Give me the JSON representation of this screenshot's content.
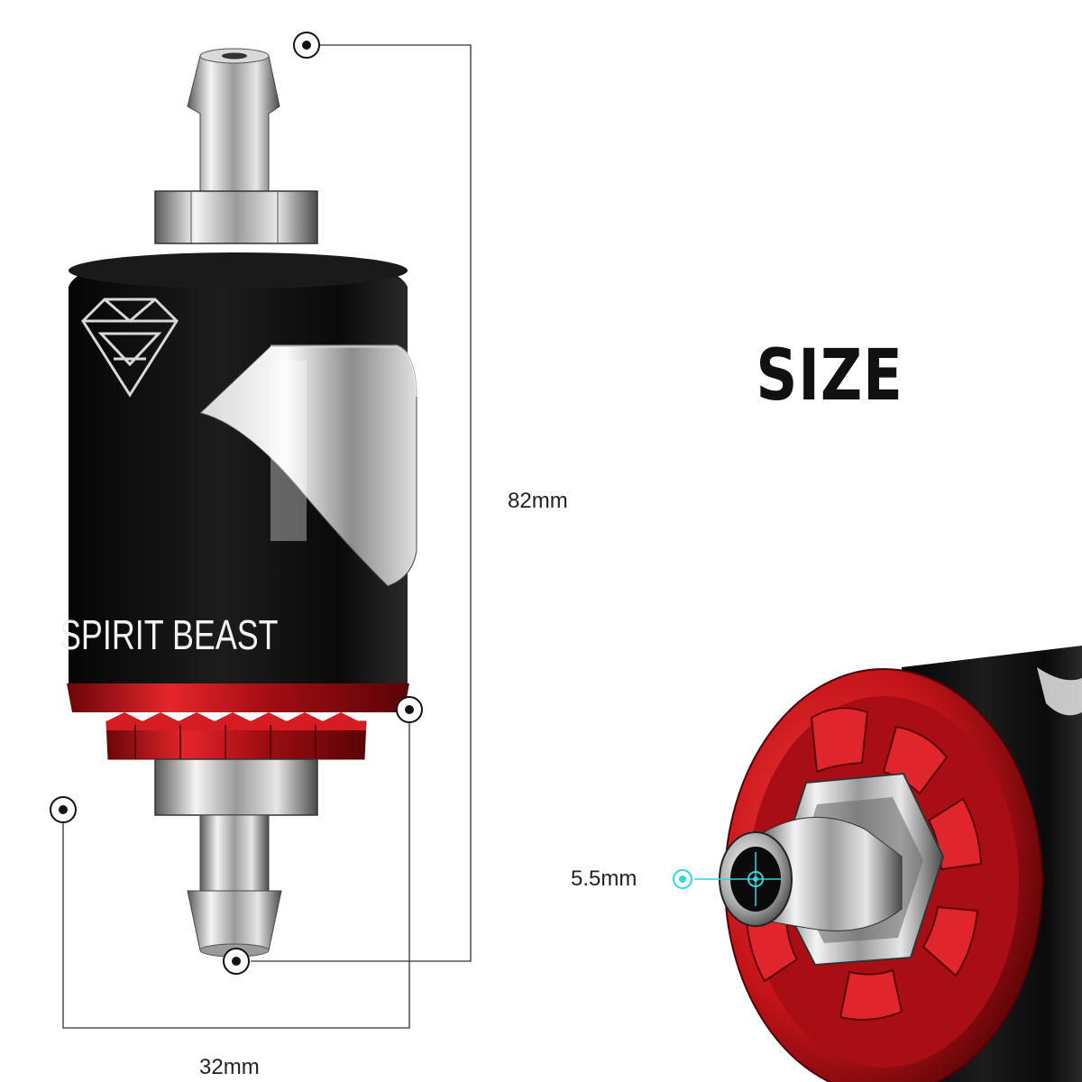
{
  "heading": "SIZE",
  "brand": "SPIRIT BEAST",
  "dimensions": {
    "height_label": "82mm",
    "width_label": "32mm",
    "bore_label": "5.5mm"
  },
  "colors": {
    "body": "#111111",
    "accent_red": "#c8141c",
    "metal": "#b8b8b8",
    "dimension_marker": "#111111",
    "bore_marker": "#2fd9e0"
  }
}
